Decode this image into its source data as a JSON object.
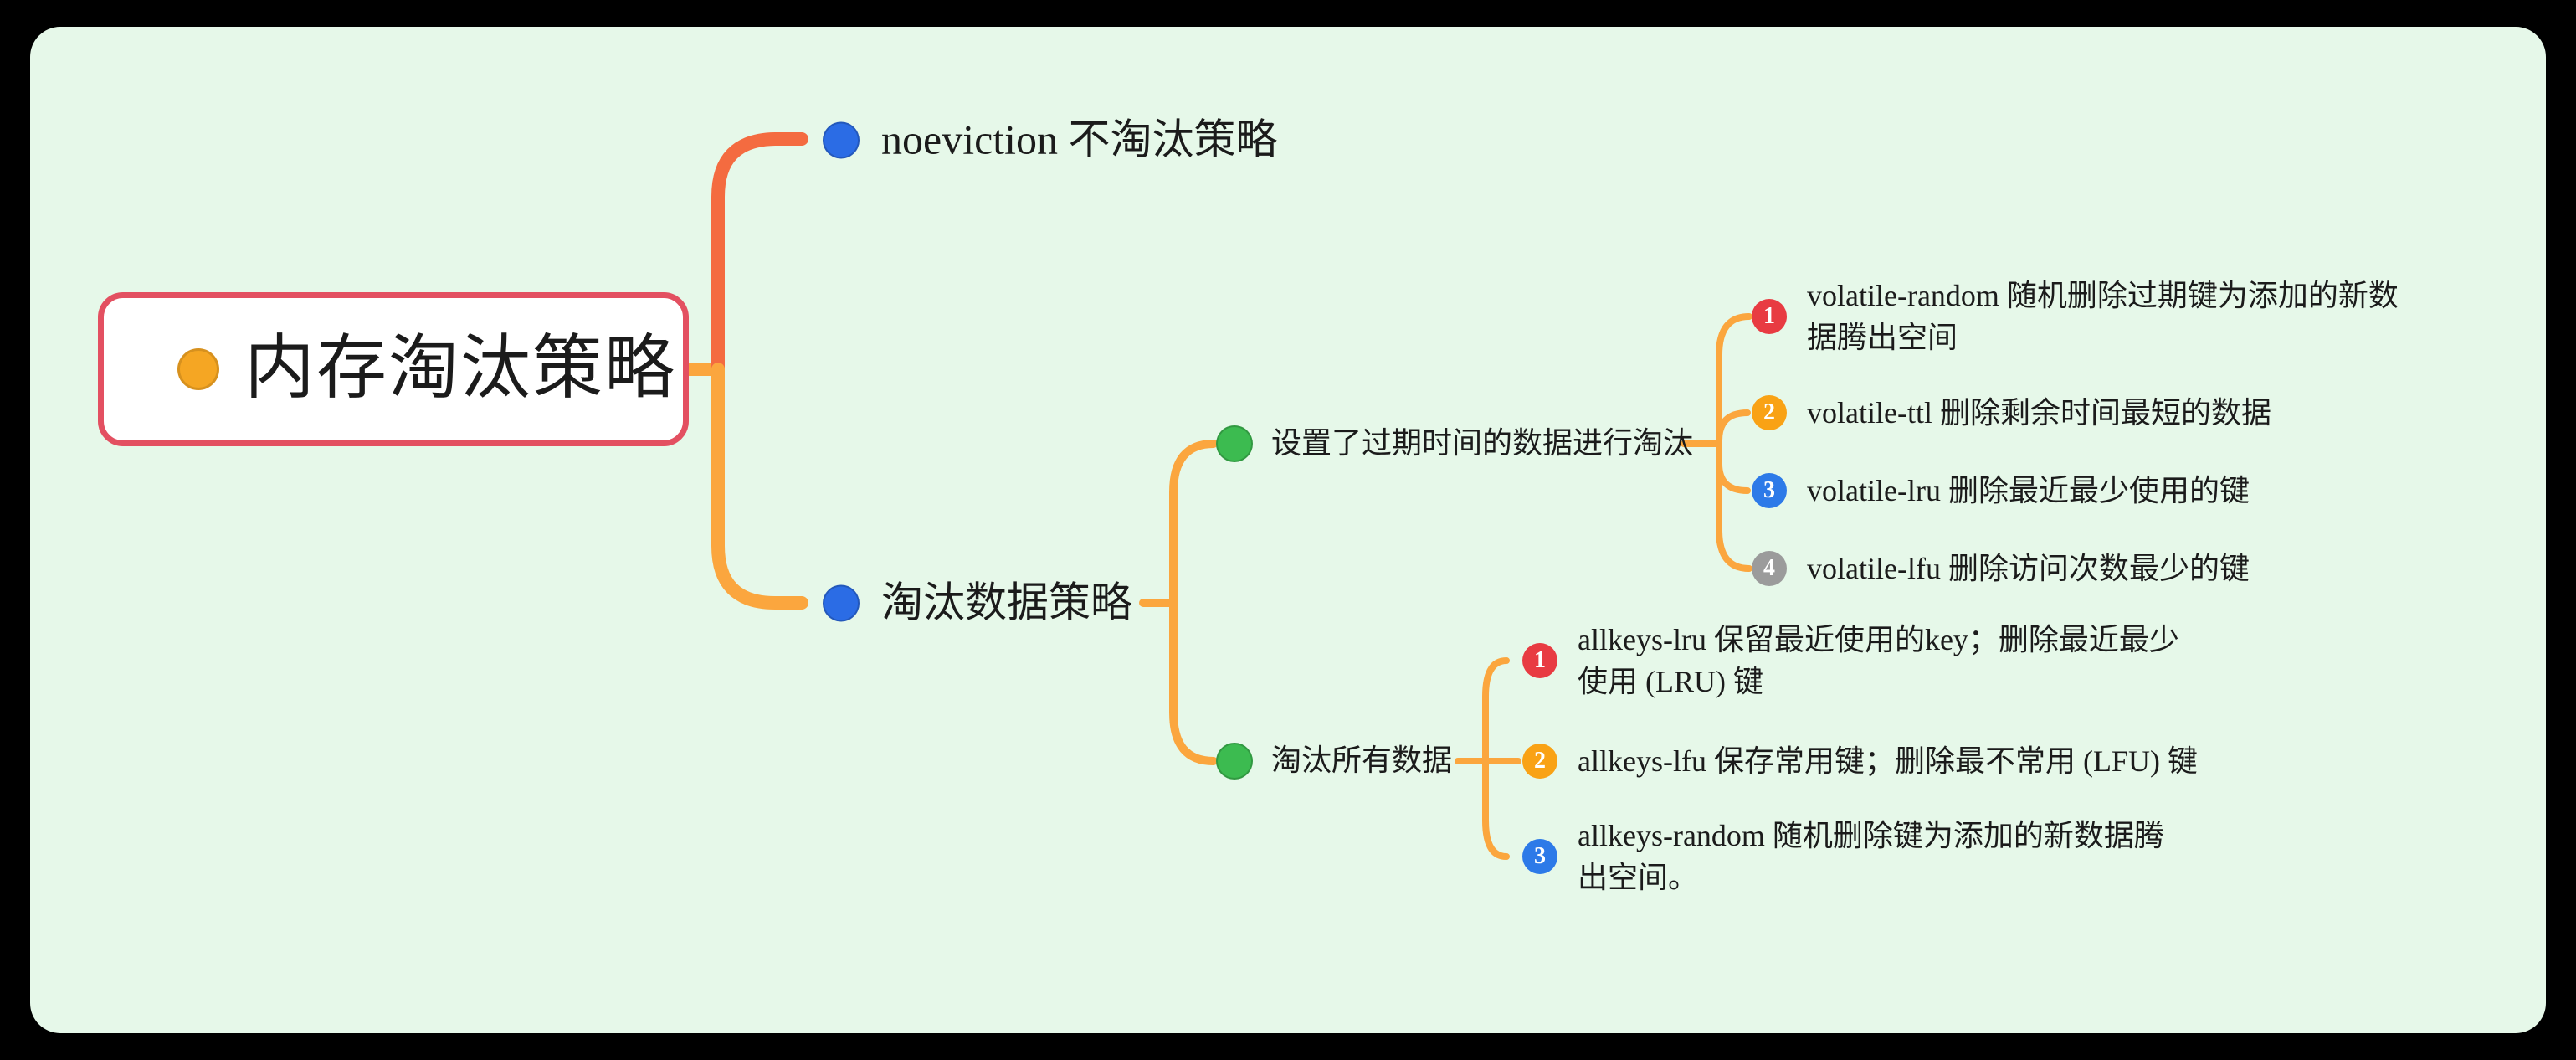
{
  "app": {
    "type": "mindmap-canvas"
  },
  "colors": {
    "page_bg": "#000000",
    "canvas_bg": "#e6f8e9",
    "root_bg": "#ffffff",
    "root_border": "#e35061",
    "root_bullet": "#f5a623",
    "branch_coral": "#f46b40",
    "branch_orange": "#fba63e",
    "node_blue": "#2b6ce5",
    "node_green": "#3cbb50",
    "badge_red": "#e83b42",
    "badge_orange": "#f9a215",
    "badge_blue": "#2d7ae8",
    "badge_gray": "#9b9b9b",
    "badge_text": "#ffffff",
    "text": "#1b1b1b"
  },
  "root": {
    "label": "内存淘汰策略"
  },
  "branches": [
    {
      "label": "noeviction 不淘汰策略"
    },
    {
      "label": "淘汰数据策略",
      "children": [
        {
          "label": "设置了过期时间的数据进行淘汰",
          "leaves": [
            {
              "num": "1",
              "lines": [
                "volatile-random 随机删除过期键为添加的新数",
                "据腾出空间"
              ]
            },
            {
              "num": "2",
              "lines": [
                "volatile-ttl 删除剩余时间最短的数据"
              ]
            },
            {
              "num": "3",
              "lines": [
                "volatile-lru 删除最近最少使用的键"
              ]
            },
            {
              "num": "4",
              "lines": [
                "volatile-lfu 删除访问次数最少的键"
              ]
            }
          ]
        },
        {
          "label": "淘汰所有数据",
          "leaves": [
            {
              "num": "1",
              "lines": [
                "allkeys-lru 保留最近使用的key；删除最近最少",
                "使用 (LRU) 键"
              ]
            },
            {
              "num": "2",
              "lines": [
                "allkeys-lfu 保存常用键；删除最不常用 (LFU) 键"
              ]
            },
            {
              "num": "3",
              "lines": [
                "allkeys-random 随机删除键为添加的新数据腾",
                "出空间。"
              ]
            }
          ]
        }
      ]
    }
  ]
}
